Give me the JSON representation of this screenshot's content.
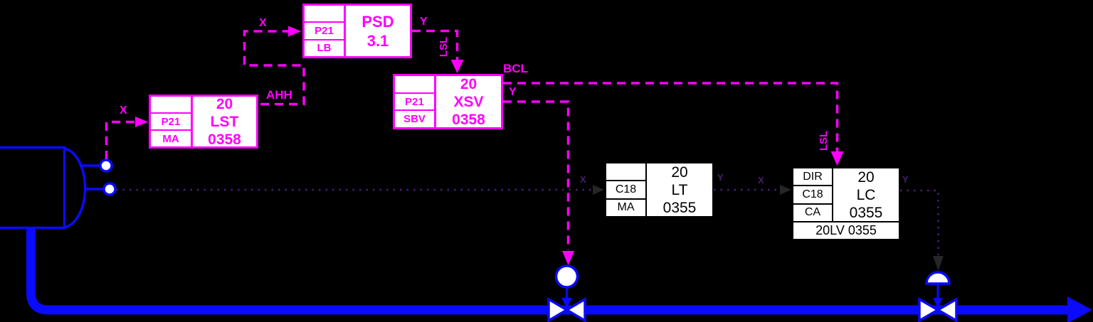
{
  "blocks": {
    "psd": {
      "rows": [
        "",
        "P21",
        "LB"
      ],
      "title": [
        "PSD",
        "3.1"
      ]
    },
    "lst": {
      "rows": [
        "",
        "P21",
        "MA"
      ],
      "title": [
        "20",
        "LST",
        "0358"
      ]
    },
    "xsv": {
      "rows": [
        "",
        "P21",
        "SBV"
      ],
      "title": [
        "20",
        "XSV",
        "0358"
      ]
    },
    "lt": {
      "rows": [
        "",
        "C18",
        "MA"
      ],
      "title": [
        "20",
        "LT",
        "0355"
      ]
    },
    "lc": {
      "rows": [
        "DIR",
        "C18",
        "CA"
      ],
      "title": [
        "20",
        "LC",
        "0355"
      ],
      "footer": "20LV 0355"
    }
  },
  "labels": {
    "lst_in": "X",
    "lst_out": "AHH",
    "psd_in": "X",
    "psd_out": "Y",
    "psd_to_xsv": "LSL",
    "xsv_out_top": "BCL",
    "xsv_out_y": "Y",
    "lc_in_lsl": "LSL",
    "lt_in": "X",
    "lt_out": "Y",
    "lc_in": "X",
    "lc_out": "Y"
  },
  "colors": {
    "background": "#000000",
    "signal_magenta": "#FF00FF",
    "process_blue": "#0A0AFF",
    "block_black": "#000000",
    "dotted_signal": "#4C1D7F",
    "dark_arrow": "#262626"
  }
}
